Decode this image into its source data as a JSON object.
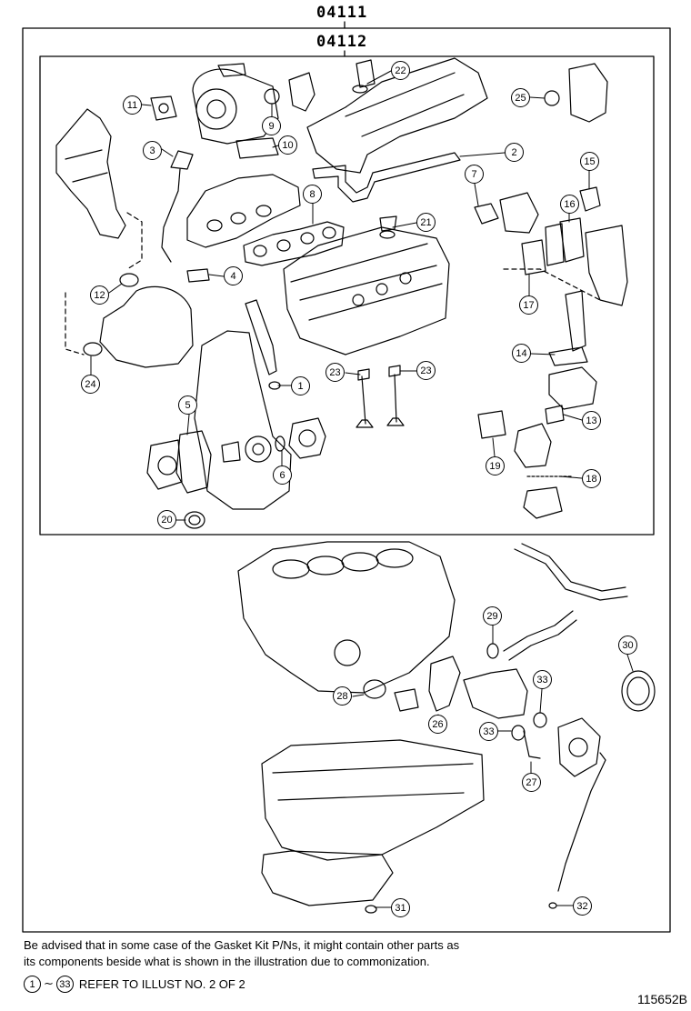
{
  "kit_numbers": {
    "outer": "04111",
    "inner": "04112"
  },
  "callouts": [
    {
      "id": "c22",
      "label": "22"
    },
    {
      "id": "c11",
      "label": "11"
    },
    {
      "id": "c9",
      "label": "9"
    },
    {
      "id": "c25",
      "label": "25"
    },
    {
      "id": "c3",
      "label": "3"
    },
    {
      "id": "c10",
      "label": "10"
    },
    {
      "id": "c2",
      "label": "2"
    },
    {
      "id": "c15",
      "label": "15"
    },
    {
      "id": "c7",
      "label": "7"
    },
    {
      "id": "c8",
      "label": "8"
    },
    {
      "id": "c16",
      "label": "16"
    },
    {
      "id": "c21",
      "label": "21"
    },
    {
      "id": "c4",
      "label": "4"
    },
    {
      "id": "c12",
      "label": "12"
    },
    {
      "id": "c17",
      "label": "17"
    },
    {
      "id": "c14",
      "label": "14"
    },
    {
      "id": "c24",
      "label": "24"
    },
    {
      "id": "c23a",
      "label": "23"
    },
    {
      "id": "c23b",
      "label": "23"
    },
    {
      "id": "c1",
      "label": "1"
    },
    {
      "id": "c5",
      "label": "5"
    },
    {
      "id": "c13",
      "label": "13"
    },
    {
      "id": "c19",
      "label": "19"
    },
    {
      "id": "c6",
      "label": "6"
    },
    {
      "id": "c18",
      "label": "18"
    },
    {
      "id": "c20",
      "label": "20"
    },
    {
      "id": "c29",
      "label": "29"
    },
    {
      "id": "c30",
      "label": "30"
    },
    {
      "id": "c33a",
      "label": "33"
    },
    {
      "id": "c28",
      "label": "28"
    },
    {
      "id": "c26",
      "label": "26"
    },
    {
      "id": "c33b",
      "label": "33"
    },
    {
      "id": "c27",
      "label": "27"
    },
    {
      "id": "c31",
      "label": "31"
    },
    {
      "id": "c32",
      "label": "32"
    }
  ],
  "notes": {
    "line1": "Be advised that in some case of the Gasket Kit P/Ns,  it might contain other parts as",
    "line2": "its components beside what is shown in the illustration due to commonization."
  },
  "reference": {
    "from": "1",
    "to": "33",
    "text": "REFER TO ILLUST NO. 2 OF 2"
  },
  "figure_number": "115652B"
}
